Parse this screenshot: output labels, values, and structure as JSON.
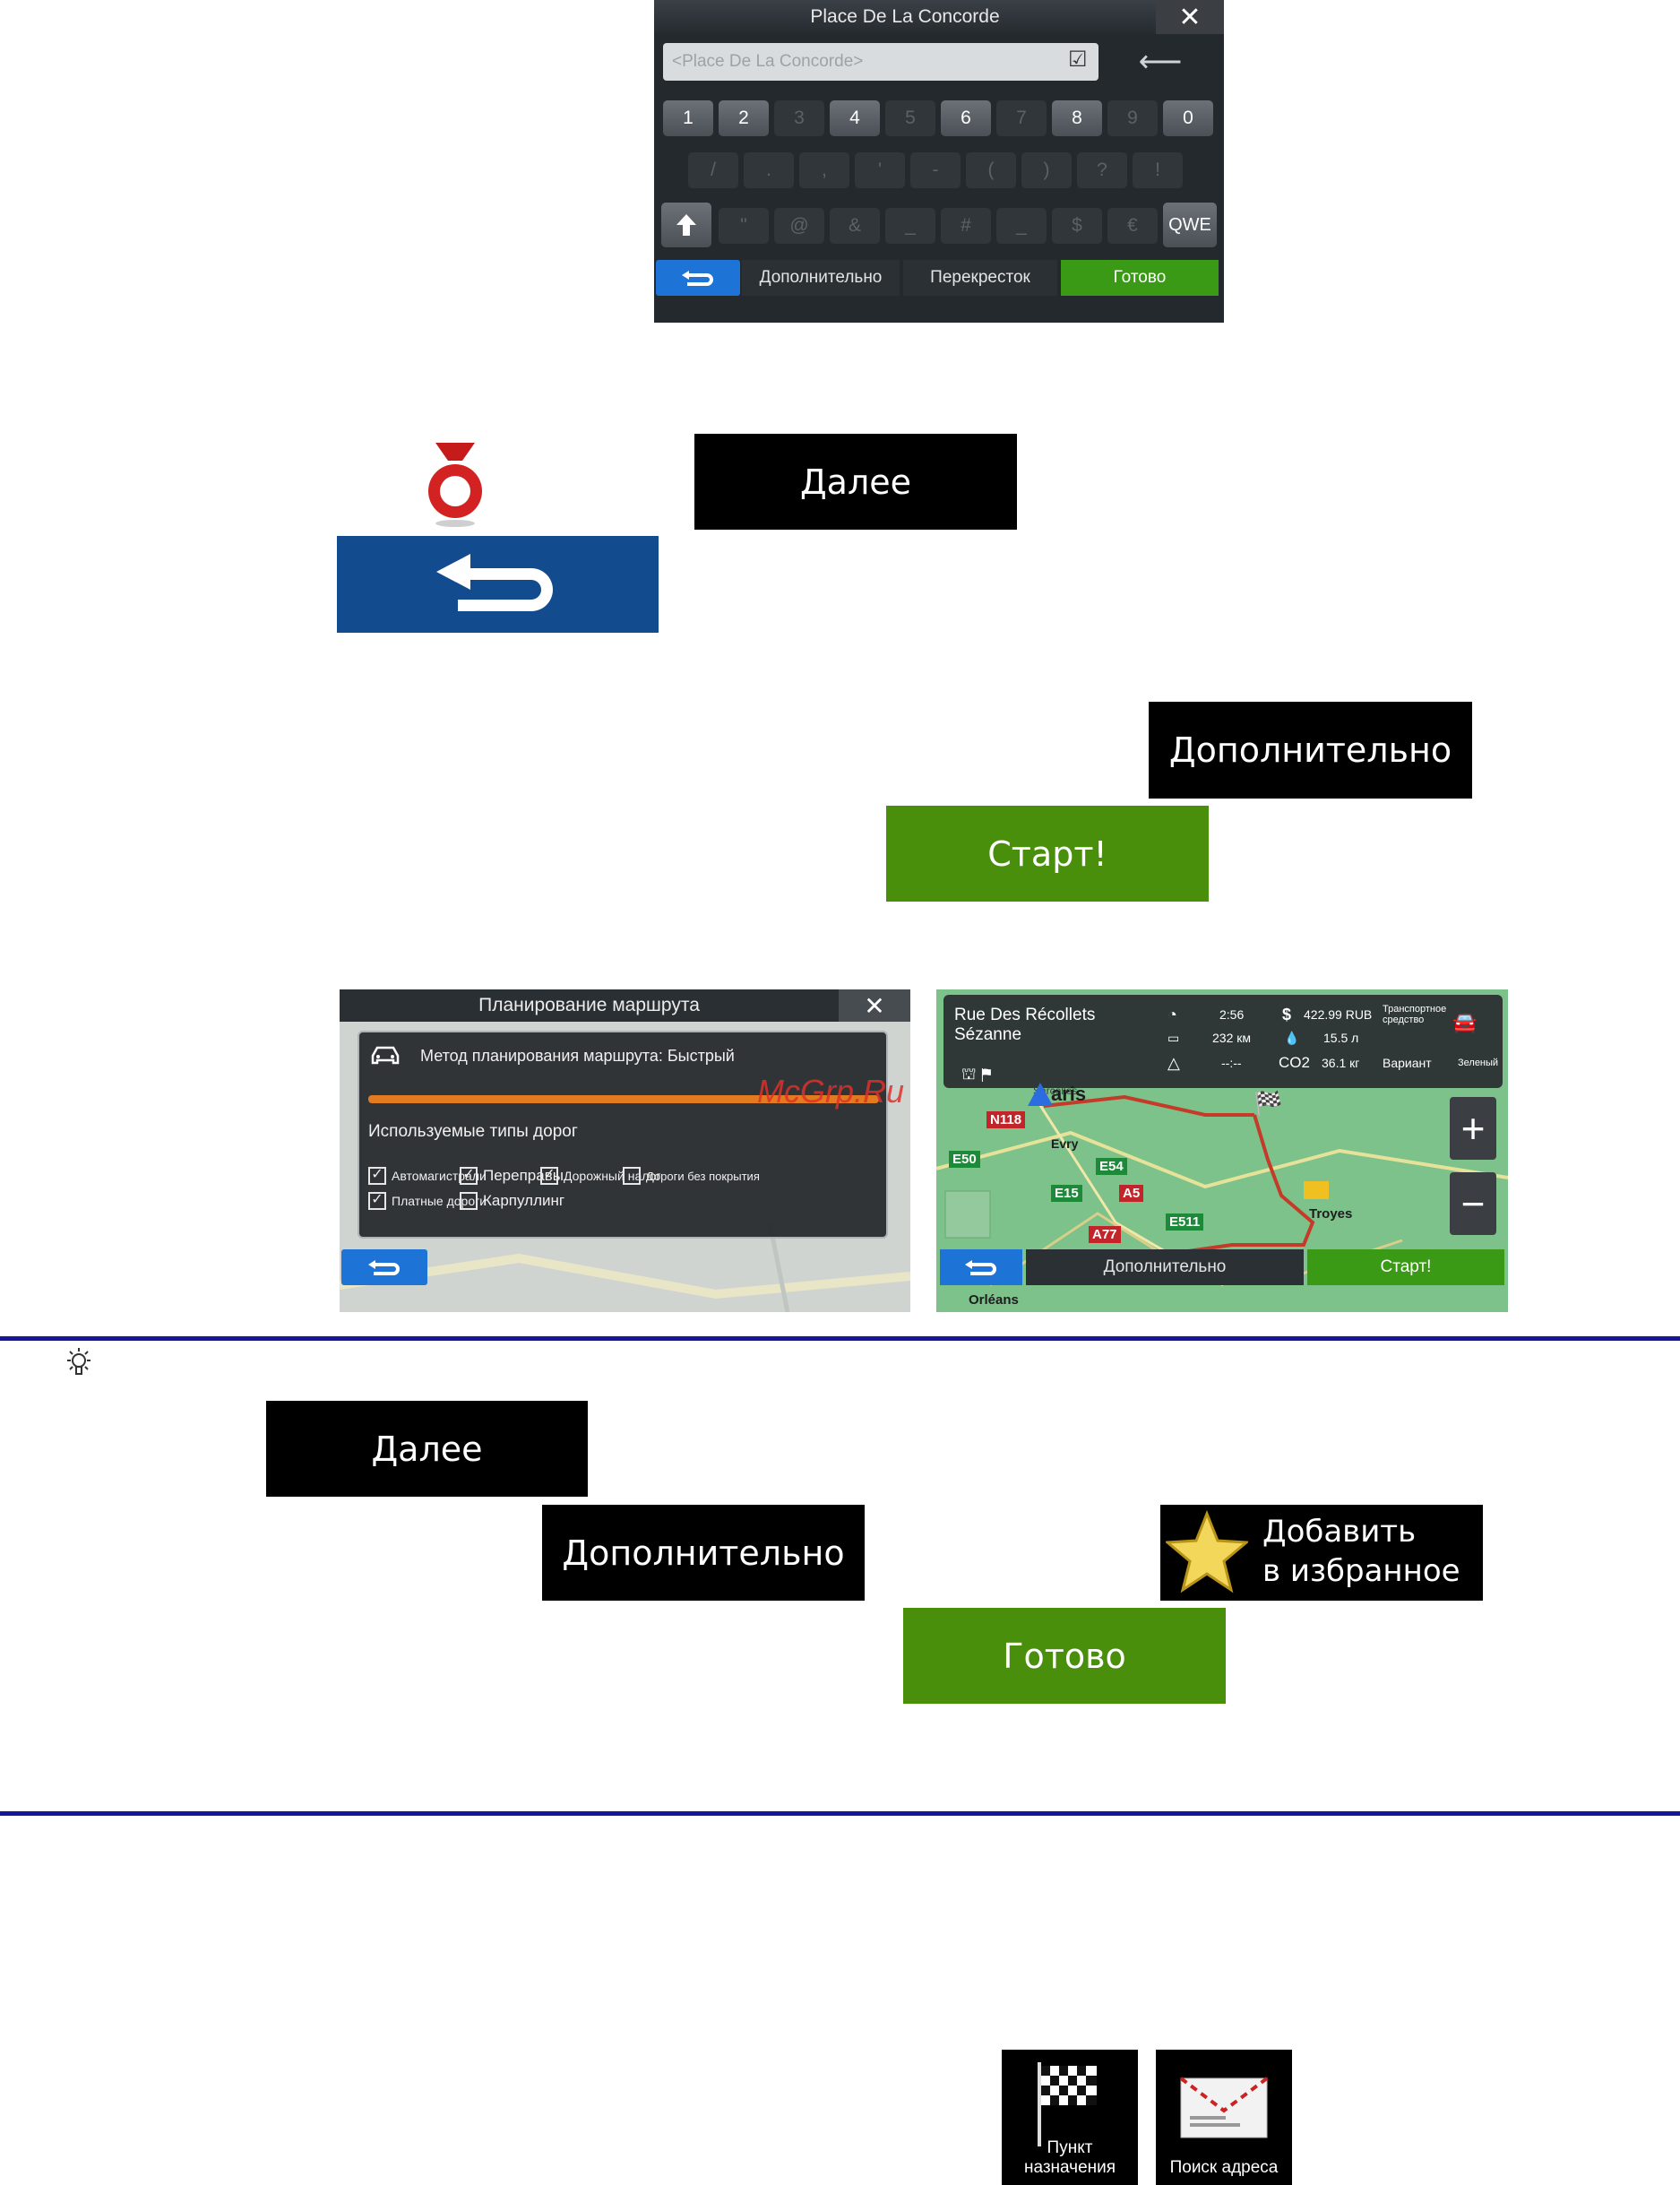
{
  "keyboard_screen": {
    "title": "Place De La Concorde",
    "close": "✕",
    "input_placeholder": "<Place De La Concorde>",
    "row1": [
      "1",
      "2",
      "3",
      "4",
      "5",
      "6",
      "7",
      "8",
      "9",
      "0"
    ],
    "row2": [
      "/",
      ".",
      ",",
      "'",
      "-",
      "(",
      ")",
      "?",
      "!"
    ],
    "row3": [
      "\"",
      "@",
      "&",
      "_",
      "#",
      "_",
      "$",
      "€"
    ],
    "mode_key": "QWE",
    "more_label": "Дополнительно",
    "crossing_label": "Перекресток",
    "done_label": "Готово"
  },
  "buttons": {
    "next_1": "Далее",
    "more_1": "Дополнительно",
    "start": "Старт!",
    "next_2": "Далее",
    "more_2": "Дополнительно",
    "favorite_line1": "Добавить",
    "favorite_line2": "в избранное",
    "done": "Готово"
  },
  "route_planning": {
    "title": "Планирование маршрута",
    "close": "✕",
    "method": "Метод планирования маршрута: Быстрый",
    "road_types_label": "Используемые типы дорог",
    "options": [
      {
        "label": "Автомагистрали",
        "checked": true
      },
      {
        "label": "Переправы",
        "checked": true
      },
      {
        "label": "Дорожный налог",
        "checked": true
      },
      {
        "label": "Дороги без покрытия",
        "checked": false
      },
      {
        "label": "Платные дороги",
        "checked": true
      },
      {
        "label": "Карпуллинг",
        "checked": false
      }
    ]
  },
  "map_screen": {
    "street_line1": "Rue Des Récollets",
    "street_line2": "Sézanne",
    "time": "2:56",
    "distance": "232 км",
    "eta": "--:--",
    "cost": "422.99 RUB",
    "fuel": "15.5 л",
    "co2_label": "CO2",
    "co2": "36.1 кг",
    "vehicle_label": "Транспортное средство",
    "variant_label": "Вариант",
    "variant_value": "Зеленый",
    "more_label": "Дополнительно",
    "start_label": "Старт!",
    "places": {
      "paris": "aris",
      "evry": "Evry",
      "troyes": "Troyes",
      "orleans": "Orléans",
      "sarcelles": "Sarcelles"
    },
    "roads": [
      "N118",
      "E50",
      "E54",
      "E15",
      "A5",
      "E511",
      "A77"
    ]
  },
  "watermark": "McGrp.Ru",
  "menu_tiles": {
    "destination": "Пункт назначения",
    "address_search": "Поиск адреса"
  },
  "colors": {
    "black_button": "#000000",
    "green_button": "#4a8f0c",
    "blue_button": "#134b8f",
    "rule": "#16169a"
  }
}
